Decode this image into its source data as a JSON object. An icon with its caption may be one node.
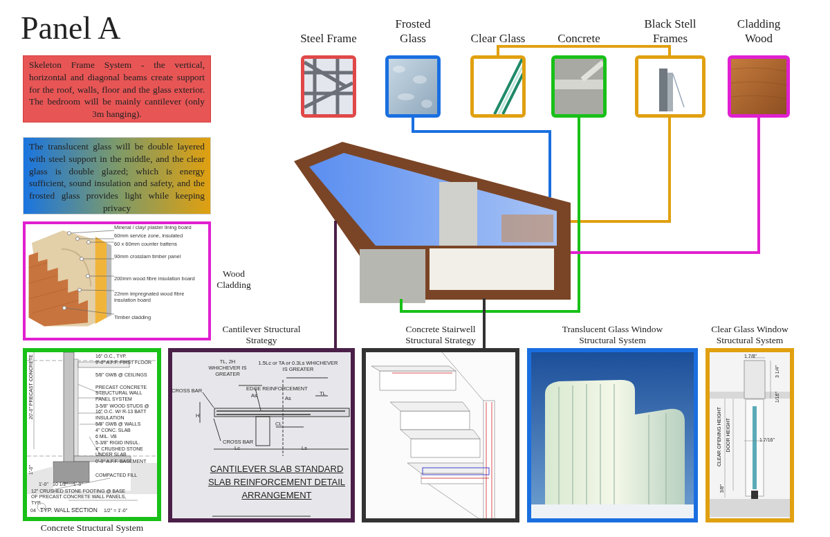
{
  "diagram": {
    "title": "Panel A",
    "nodes": [
      {
        "text": [
          "Steel Frame"
        ]
      },
      {
        "text": [
          "Frosted Glass"
        ]
      },
      {
        "text": [
          "Clear Glass"
        ]
      },
      {
        "text": [
          "Concrete"
        ]
      },
      {
        "text": [
          "Black Stell Frames"
        ]
      },
      {
        "text": [
          "Cladding Wood"
        ]
      },
      {
        "text": [],
        "shape": "picture"
      },
      {
        "text": [
          "Skeleton Frame System - the vertical, horizontal and diagonal beams create support for the roof, walls, floor and the glass exterior. The bedroom will be mainly cantilever (only 3m hanging)."
        ]
      },
      {
        "text": [
          "The translucent glass will be double layered with steel support in the middle, and the clear glass is double glazed; which is energy sufficient, sound insulation and safety, and the frosted glass provides light while keeping privacy"
        ]
      },
      {
        "text": [],
        "shape": "picture"
      },
      {
        "text": [
          "Mineral / clay/ plaster lining board"
        ],
        "in": 9
      },
      {
        "text": [
          "60mm service zone, insulated"
        ],
        "in": 9
      },
      {
        "text": [
          "60 x 60mm counter battens"
        ],
        "in": 9
      },
      {
        "text": [
          "90mm crosslam timber panel"
        ],
        "in": 9
      },
      {
        "text": [
          "200mm wood fibre insulation board"
        ],
        "in": 9
      },
      {
        "text": [
          "22mm impregnated wood fibre insulation board"
        ],
        "in": 9
      },
      {
        "text": [
          "Timber cladding"
        ],
        "in": 9
      },
      {
        "text": [
          "Concrete Structural System"
        ]
      },
      {
        "text": [
          "Cantilever Structural Strategy"
        ]
      },
      {
        "text": [
          "Concrete Stairwell Structural Strategy"
        ]
      },
      {
        "text": [
          "Translucent Glass Window Structural System"
        ]
      },
      {
        "text": [
          "Clear Glass Window Structural System"
        ]
      }
    ],
    "edges": [
      {
        "from": 1,
        "to": 6,
        "arrow": "none",
        "style": "thick",
        "color": "#1a6fe0"
      },
      {
        "from": 2,
        "to": 4,
        "arrow": "none",
        "style": "thick",
        "color": "#e0a010"
      },
      {
        "from": 4,
        "to": 6,
        "arrow": "none",
        "style": "thick",
        "color": "#e0a010"
      },
      {
        "from": 3,
        "to": 6,
        "arrow": "none",
        "style": "thick",
        "color": "#18c018"
      },
      {
        "from": 5,
        "to": 6,
        "arrow": "none",
        "style": "thick",
        "color": "#e020d0"
      },
      {
        "from": 18,
        "to": 6,
        "arrow": "none",
        "style": "thick",
        "color": "#4a1f48"
      },
      {
        "from": 19,
        "to": 6,
        "arrow": "none",
        "style": "thick",
        "color": "#333333"
      },
      {
        "from": 10,
        "to": null,
        "arrow": "other",
        "color": "#666666"
      },
      {
        "from": 11,
        "to": null,
        "arrow": "other",
        "color": "#666666"
      },
      {
        "from": 12,
        "to": null,
        "arrow": "other",
        "color": "#666666"
      },
      {
        "from": 13,
        "to": null,
        "arrow": "other",
        "color": "#666666"
      },
      {
        "from": 14,
        "to": null,
        "arrow": "other",
        "color": "#666666"
      },
      {
        "from": 15,
        "to": null,
        "arrow": "other",
        "color": "#666666"
      },
      {
        "from": 16,
        "to": null,
        "arrow": "other",
        "color": "#666666"
      }
    ],
    "labels": [
      "Wood Cladding",
      "TL, 2H WHICHEVER IS GREATER",
      "1.5Lc or TA or 0.3Ls WHICHEVER IS GREATER",
      "CROSS BAR",
      "EDGE REINFORCEMENT",
      "As",
      "As",
      "TL",
      "H",
      "CL",
      "CROSS BAR",
      "Lc",
      "Ls",
      "CANTILEVER SLAB STANDARD SLAB REINFORCEMENT DETAIL ARRANGEMENT",
      "16\" O.C., TYP.",
      "9'-0\" A.F.F. FIRST FLOOR",
      "5/8\" GWB @ CEILINGS",
      "PRECAST CONCRETE STRUCTURAL WALL PANEL SYSTEM",
      "3-5/8\" WOOD STUDS @ 16\" O.C. W/ R-13 BATT INSULATION",
      "5/8\" GWB @ WALLS",
      "4\" CONC. SLAB",
      "6 MIL. VB",
      "5-3/8\" RIGID INSUL.",
      "4\" CRUSHED STONE UNDER SLAB",
      "0'-0\" A.F.F. BASEMENT",
      "20'-0\" PRECAST CONCRETE",
      "1'-0\"",
      "1'-0\"",
      "10 1/2\"",
      "1'-0\"",
      "COMPACTED FILL",
      "12\" CRUSHED STONE FOOTING @ BASE OF PRECAST CONCRETE WALL PANELS, TYP.",
      "04",
      "TYP. WALL SECTION",
      "1/2\" = 1'-0\"",
      "1 7/8\"",
      "3 1/4\"",
      "1/16\"",
      "1 7/16\"",
      "CLEAR OPENING HEIGHT",
      "DOOR HEIGHT",
      "3/8\""
    ]
  }
}
